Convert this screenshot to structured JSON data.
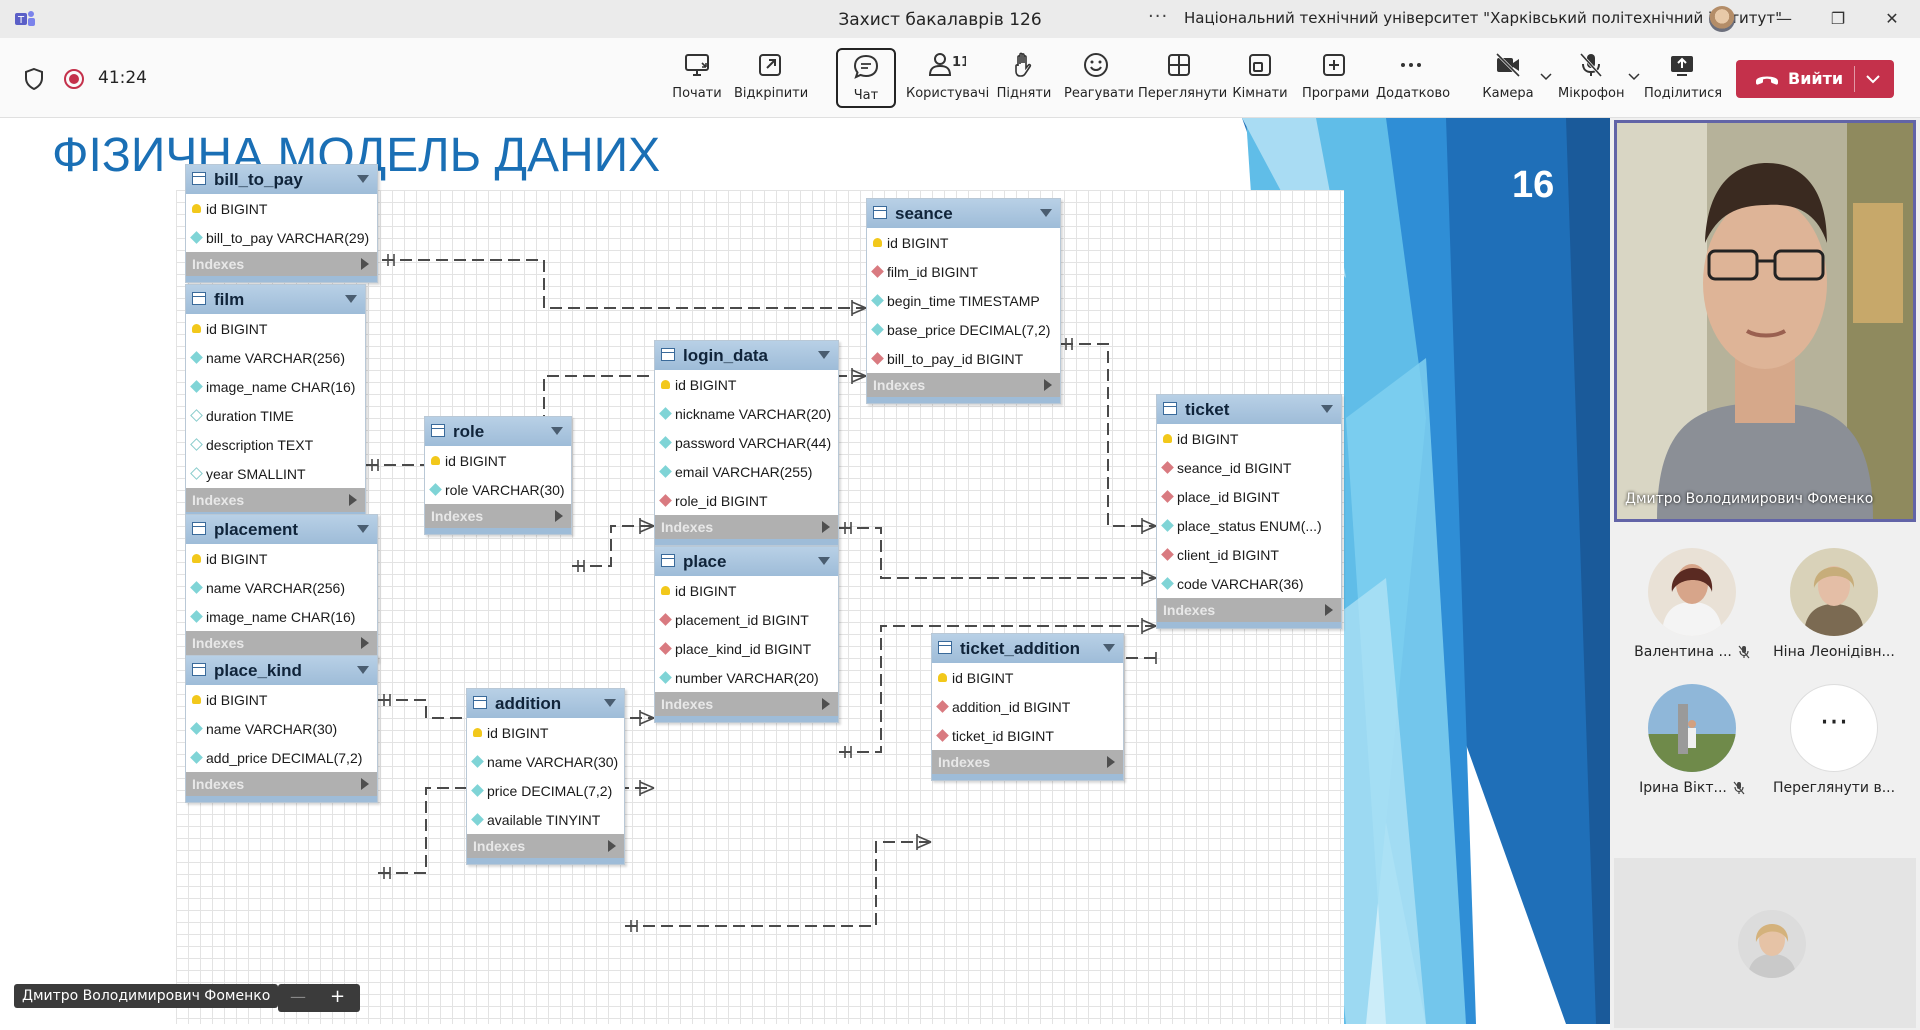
{
  "window": {
    "title": "Захист бакалаврів 126",
    "more": "···",
    "organization": "Національний технічний університет \"Харківський політехнічний інститут\"",
    "minimize": "—",
    "restore": "❐",
    "close": "✕"
  },
  "toolbar": {
    "timer": "41:24",
    "count_users": "11",
    "buttons": {
      "start": "Почати",
      "pin": "Відкріпити",
      "chat": "Чат",
      "users": "Користувачі",
      "raise": "Підняти",
      "react": "Реагувати",
      "view": "Переглянути",
      "rooms": "Кімнати",
      "apps": "Програми",
      "more": "Додатково",
      "camera": "Камера",
      "mic": "Мікрофон",
      "share": "Поділитися"
    },
    "leave": "Вийти"
  },
  "slide": {
    "title": "ФІЗИЧНА МОДЕЛЬ ДАНИХ",
    "number": "16",
    "indexes_label": "Indexes",
    "tables": {
      "bill_to_pay": {
        "name": "bill_to_pay",
        "cols": [
          "id BIGINT",
          "bill_to_pay VARCHAR(29)"
        ]
      },
      "film": {
        "name": "film",
        "cols": [
          "id BIGINT",
          "name VARCHAR(256)",
          "image_name CHAR(16)",
          "duration TIME",
          "description TEXT",
          "year SMALLINT"
        ]
      },
      "placement": {
        "name": "placement",
        "cols": [
          "id BIGINT",
          "name VARCHAR(256)",
          "image_name CHAR(16)"
        ]
      },
      "place_kind": {
        "name": "place_kind",
        "cols": [
          "id BIGINT",
          "name VARCHAR(30)",
          "add_price DECIMAL(7,2)"
        ]
      },
      "role": {
        "name": "role",
        "cols": [
          "id BIGINT",
          "role VARCHAR(30)"
        ]
      },
      "login_data": {
        "name": "login_data",
        "cols": [
          "id BIGINT",
          "nickname VARCHAR(20)",
          "password VARCHAR(44)",
          "email VARCHAR(255)",
          "role_id BIGINT"
        ]
      },
      "place": {
        "name": "place",
        "cols": [
          "id BIGINT",
          "placement_id BIGINT",
          "place_kind_id BIGINT",
          "number VARCHAR(20)"
        ]
      },
      "addition": {
        "name": "addition",
        "cols": [
          "id BIGINT",
          "name VARCHAR(30)",
          "price DECIMAL(7,2)",
          "available TINYINT"
        ]
      },
      "seance": {
        "name": "seance",
        "cols": [
          "id BIGINT",
          "film_id BIGINT",
          "begin_time TIMESTAMP",
          "base_price DECIMAL(7,2)",
          "bill_to_pay_id BIGINT"
        ]
      },
      "ticket": {
        "name": "ticket",
        "cols": [
          "id BIGINT",
          "seance_id BIGINT",
          "place_id BIGINT",
          "place_status ENUM(...)",
          "client_id BIGINT",
          "code VARCHAR(36)"
        ]
      },
      "ticket_addition": {
        "name": "ticket_addition",
        "cols": [
          "id BIGINT",
          "addition_id BIGINT",
          "ticket_id BIGINT"
        ]
      }
    },
    "presenter_tag": "Дмитро Володимирович Фоменко",
    "zoom_minus": "—",
    "zoom_plus": "+"
  },
  "panel": {
    "spotlight_name": "Дмитро Володимирович Фоменко",
    "participants": [
      "Валентина ...",
      "Ніна Леонідівн...",
      "Ірина Вікт...",
      "Переглянути в..."
    ],
    "more": "···"
  },
  "colors": {
    "accent": "#6264a7",
    "leave": "#c4314b",
    "slide_title": "#1a6fb5"
  }
}
